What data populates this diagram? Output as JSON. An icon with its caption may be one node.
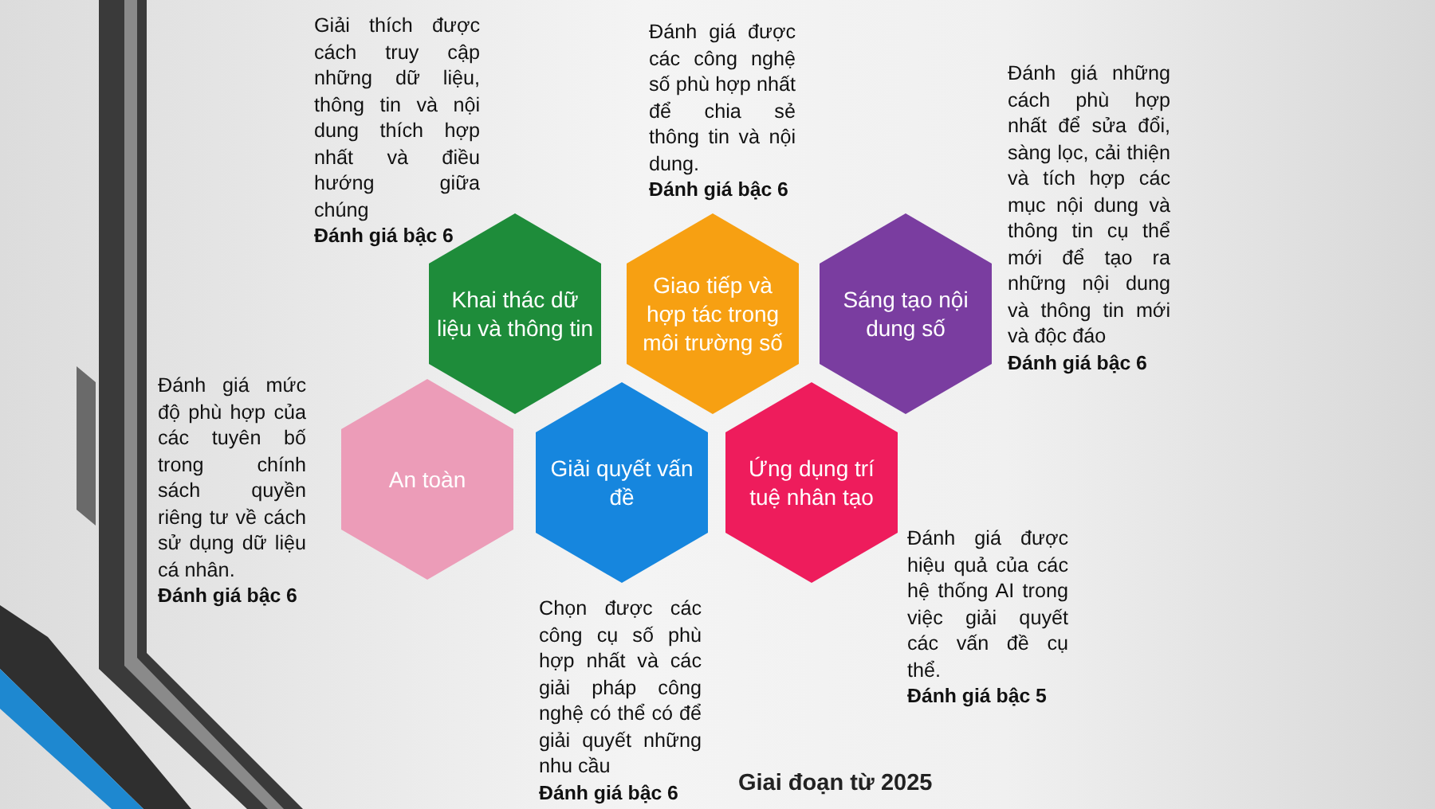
{
  "diagram": {
    "nodes": [
      {
        "text": [
          "Khai thác dữ liệu và thông tin"
        ],
        "beside": [
          "Giải thích được cách truy cập những dữ liệu, thông tin và nội dung thích hợp nhất và điều hướng giữa chúng",
          "Đánh giá bậc 6"
        ]
      },
      {
        "text": [
          "Giao tiếp và hợp tác trong môi trường số"
        ],
        "beside": [
          "Đánh giá được các công nghệ số phù hợp nhất để chia sẻ thông tin và nội dung.",
          "Đánh giá bậc 6"
        ]
      },
      {
        "text": [
          "Sáng tạo nội dung số"
        ],
        "beside": [
          "Đánh giá những cách phù hợp nhất để sửa đổi, sàng lọc, cải thiện và tích hợp các mục nội dung và thông tin cụ thể mới để tạo ra những nội dung và thông tin mới và độc đáo",
          "Đánh giá bậc 6"
        ]
      },
      {
        "text": [
          "An toàn"
        ],
        "beside": [
          "Đánh giá mức độ phù hợp của các tuyên bố trong chính sách quyền riêng tư về cách sử dụng dữ liệu cá nhân.",
          "Đánh giá bậc 6"
        ]
      },
      {
        "text": [
          "Giải quyết vấn đề"
        ],
        "beside": [
          "Chọn được các công cụ số phù hợp nhất và các giải pháp công nghệ có thể có để giải quyết những nhu cầu",
          "Đánh giá bậc 6"
        ]
      },
      {
        "text": [
          "Ứng dụng trí tuệ nhân tạo"
        ],
        "beside": [
          "Đánh giá được hiệu quả của các hệ thống AI trong việc giải quyết các vấn đề cụ thể.",
          "Đánh giá bậc 5"
        ]
      }
    ],
    "edges": [],
    "labels": [
      "Giai đoạn từ 2025"
    ]
  }
}
